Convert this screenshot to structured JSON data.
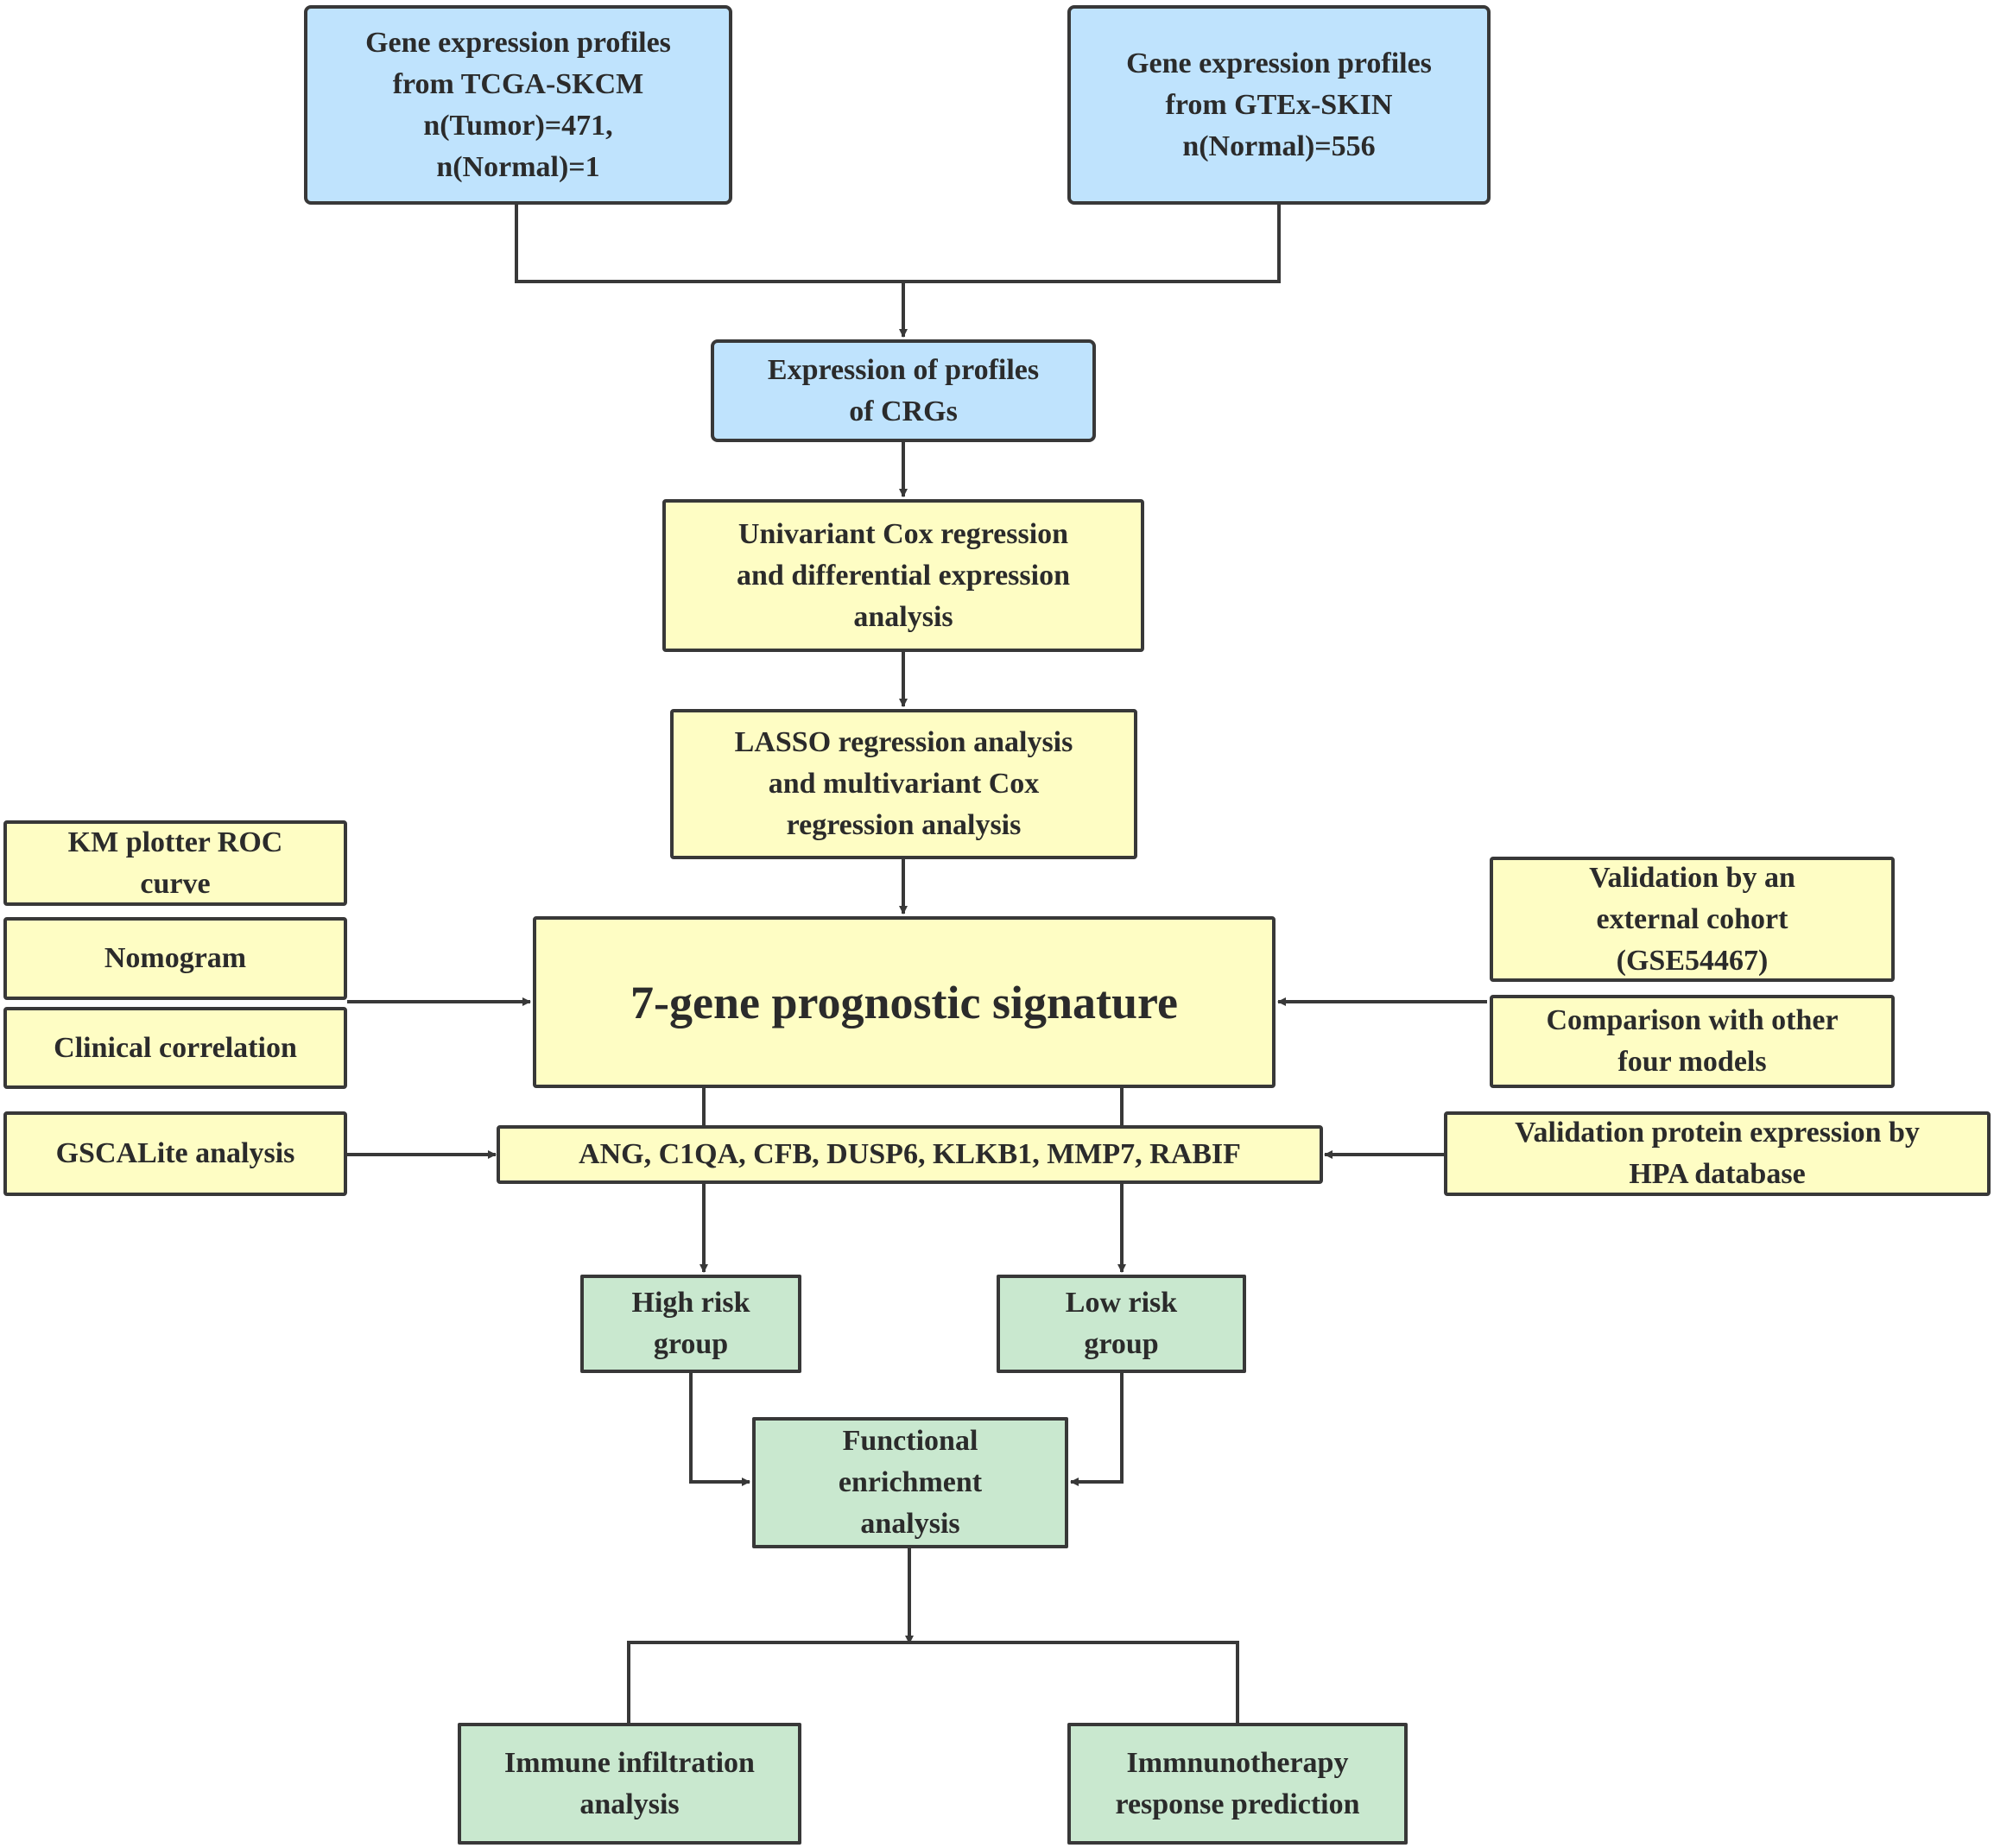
{
  "nodes": {
    "tcga": "Gene expression profiles\nfrom TCGA-SKCM\nn(Tumor)=471,\nn(Normal)=1",
    "gtex": "Gene expression profiles\nfrom GTEx-SKIN\nn(Normal)=556",
    "crgs": "Expression of profiles\nof CRGs",
    "univariant": "Univariant Cox regression\nand differential expression\nanalysis",
    "lasso": "LASSO regression analysis\nand multivariant Cox\nregression analysis",
    "km": "KM plotter ROC\ncurve",
    "nomogram": "Nomogram",
    "clinical": "Clinical correlation",
    "signature": "7-gene prognostic signature",
    "validation_external": "Validation by an\nexternal cohort\n(GSE54467)",
    "comparison": "Comparison with other\nfour models",
    "gscalite": "GSCALite analysis",
    "genes": "ANG, C1QA, CFB, DUSP6, KLKB1, MMP7, RABIF",
    "hpa": "Validation protein expression by\nHPA database",
    "high_risk": "High risk\ngroup",
    "low_risk": "Low risk\ngroup",
    "functional": "Functional\nenrichment\nanalysis",
    "immune": "Immune infiltration\nanalysis",
    "immunotherapy": "Immnunotherapy\nresponse prediction"
  },
  "colors": {
    "blue": "#bfe3fd",
    "yellow": "#fefdc4",
    "green": "#c9e8cf",
    "stroke": "#383838"
  }
}
